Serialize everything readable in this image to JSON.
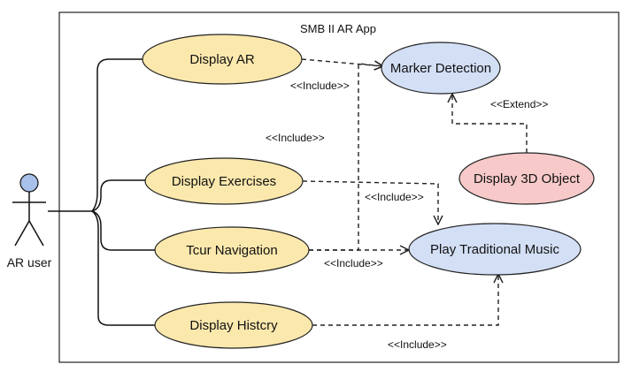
{
  "system": {
    "title": "SMB II AR App"
  },
  "actor": {
    "label": "AR user"
  },
  "use_cases": {
    "display_ar": {
      "label": "Display AR",
      "color": "#fbe8ad"
    },
    "display_exercises": {
      "label": "Display Exercises",
      "color": "#fbe8ad"
    },
    "tour_navigation": {
      "label": "Tcur Navigation",
      "color": "#fbe8ad"
    },
    "display_history": {
      "label": "Display Histcry",
      "color": "#fbe8ad"
    },
    "marker_detection": {
      "label": "Marker Detection",
      "color": "#d3dff5"
    },
    "play_music": {
      "label": "Play Traditional Music",
      "color": "#d3dff5"
    },
    "display_3d": {
      "label": "Display 3D Object",
      "color": "#f7c9c9"
    }
  },
  "relations": {
    "include_ar_marker": "<<Include>>",
    "include_tour_marker": "<<Include>>",
    "include_exercises_music": "<<Include>>",
    "include_tour_music": "<<Include>>",
    "include_history_music": "<<Include>>",
    "extend_3d_marker": "<<Extend>>"
  }
}
